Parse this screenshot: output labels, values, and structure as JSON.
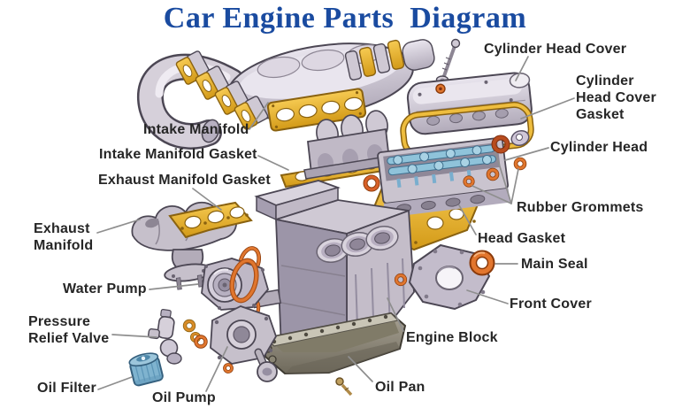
{
  "title": "Car Engine Parts  Diagram",
  "colors": {
    "background": "#ffffff",
    "title_blue": "#1a4ba0",
    "label_text": "#262626",
    "leader_gray": "#8f8f8f",
    "gasket_gold": "#ecb83c",
    "seal_orange": "#e0762e",
    "metal_gray": "#c9c3ce",
    "part_blue": "#7fb3cf",
    "oil_pan_olive": "#8a8574"
  },
  "labels": {
    "intake_manifold": "Intake Manifold",
    "intake_manifold_gasket": "Intake Manifold Gasket",
    "exhaust_manifold_gasket": "Exhaust Manifold Gasket",
    "exhaust_manifold": "Exhaust Manifold",
    "water_pump": "Water Pump",
    "pressure_relief_valve": "Pressure Relief Valve",
    "oil_filter": "Oil Filter",
    "oil_pump": "Oil Pump",
    "engine_block": "Engine Block",
    "oil_pan": "Oil Pan",
    "cylinder_head_cover": "Cylinder Head Cover",
    "cylinder_head_cover_gasket": "Cylinder Head Cover Gasket",
    "cylinder_head": "Cylinder Head",
    "rubber_grommets": "Rubber Grommets",
    "head_gasket": "Head Gasket",
    "main_seal": "Main Seal",
    "front_cover": "Front Cover"
  }
}
